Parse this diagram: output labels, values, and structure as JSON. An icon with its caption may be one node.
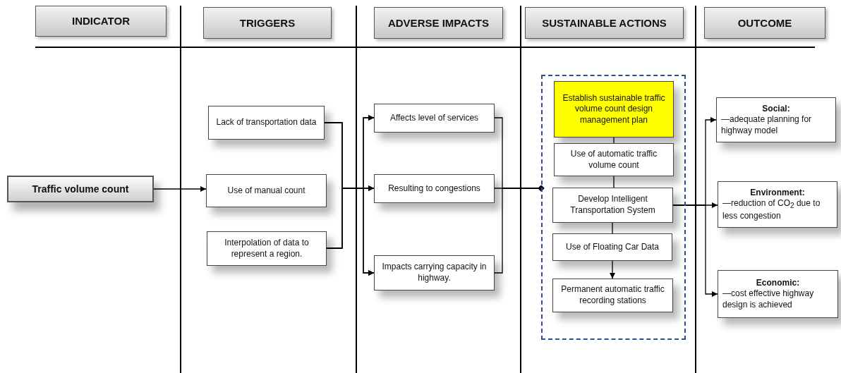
{
  "diagram": {
    "nodes": [
      {
        "text": [
          "INDICATOR"
        ]
      },
      {
        "text": [
          "TRIGGERS"
        ]
      },
      {
        "text": [
          "ADVERSE IMPACTS"
        ]
      },
      {
        "text": [
          "SUSTAINABLE ACTIONS"
        ]
      },
      {
        "text": [
          "OUTCOME"
        ]
      },
      {
        "text": [
          "Traffic volume count"
        ]
      },
      {
        "text": [
          "Lack of transportation data"
        ]
      },
      {
        "text": [
          "Use of manual count"
        ]
      },
      {
        "text": [
          "Interpolation of data to represent a region."
        ]
      },
      {
        "text": [
          "Affects level of services"
        ]
      },
      {
        "text": [
          "Resulting to congestions"
        ]
      },
      {
        "text": [
          "Impacts carrying capacity in highway."
        ]
      },
      {
        "text": [],
        "shape": "box"
      },
      {
        "text": [
          "Establish sustainable traffic volume count design management plan"
        ],
        "in": 12
      },
      {
        "text": [
          "Use of automatic traffic volume count"
        ],
        "in": 12
      },
      {
        "text": [
          "Develop Intelligent Transportation System"
        ],
        "in": 12
      },
      {
        "text": [
          "Use of Floating Car Data"
        ],
        "in": 12
      },
      {
        "text": [
          "Permanent automatic traffic recording stations"
        ],
        "in": 12
      },
      {
        "text": [
          "Social:",
          "—adequate planning for highway model"
        ]
      },
      {
        "text": [
          "Environment:",
          "—reduction of CO$_{2}$ due to less congestion"
        ]
      },
      {
        "text": [
          "Economic:",
          "—cost effective highway design is achieved"
        ]
      }
    ],
    "edges": [
      {
        "from": 5,
        "to": 7,
        "arrow": "to"
      },
      {
        "from": 6,
        "to": 9,
        "arrow": "to"
      },
      {
        "from": 6,
        "to": 10,
        "arrow": "to"
      },
      {
        "from": 6,
        "to": 11,
        "arrow": "to"
      },
      {
        "from": 8,
        "to": 9,
        "arrow": "to"
      },
      {
        "from": 8,
        "to": 10,
        "arrow": "to"
      },
      {
        "from": 8,
        "to": 11,
        "arrow": "to"
      },
      {
        "from": 9,
        "to": 12,
        "arrow": "other"
      },
      {
        "from": 10,
        "to": 12,
        "arrow": "other"
      },
      {
        "from": 11,
        "to": 12,
        "arrow": "other"
      },
      {
        "from": 13,
        "to": 14,
        "arrow": "none"
      },
      {
        "from": 14,
        "to": 15,
        "arrow": "none"
      },
      {
        "from": 15,
        "to": 16,
        "arrow": "none"
      },
      {
        "from": 16,
        "to": 17,
        "arrow": "to"
      },
      {
        "from": 15,
        "to": 18,
        "arrow": "to"
      },
      {
        "from": 15,
        "to": 19,
        "arrow": "to"
      },
      {
        "from": 15,
        "to": 20,
        "arrow": "to"
      }
    ]
  }
}
